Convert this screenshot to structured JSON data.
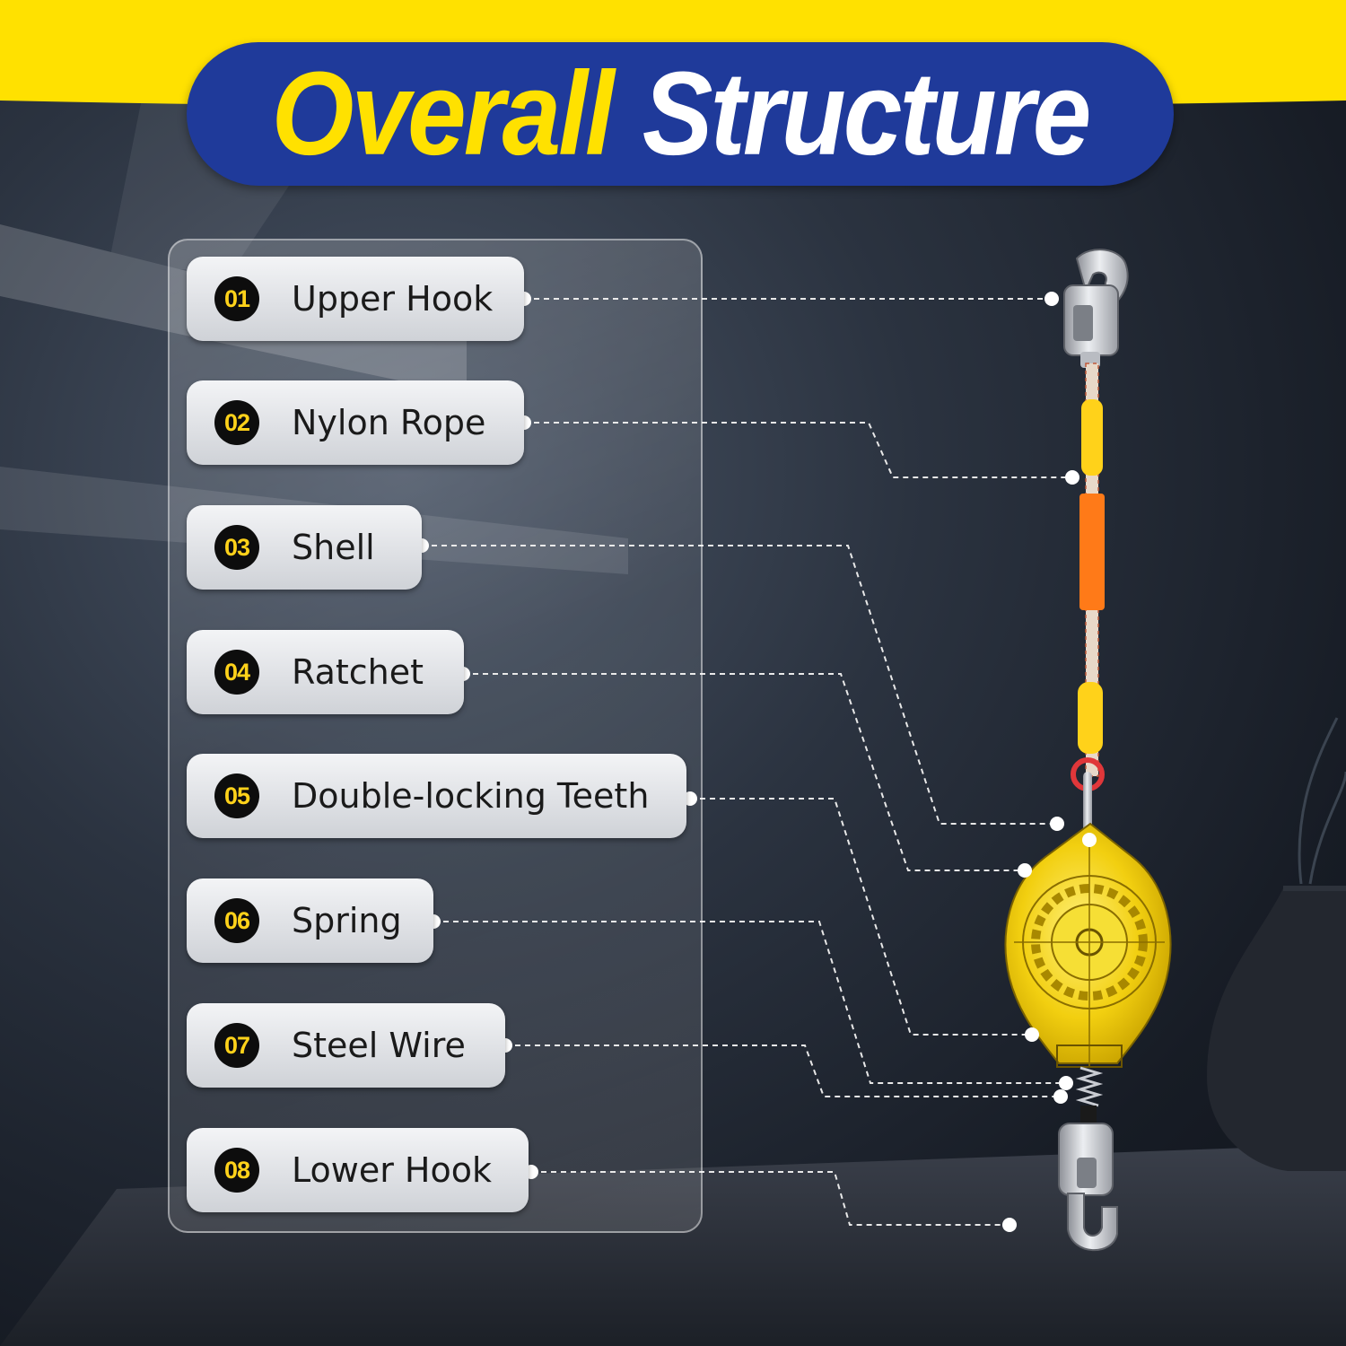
{
  "title": {
    "part1": "Overall",
    "part2": "Structure"
  },
  "colors": {
    "banner": "#ffe100",
    "title_pill": "#1f3a9a",
    "title_highlight": "#ffe100",
    "badge_bg": "#0d0d0d",
    "badge_text": "#ffd21a"
  },
  "labels": [
    {
      "num": "01",
      "text": "Upper Hook"
    },
    {
      "num": "02",
      "text": "Nylon Rope"
    },
    {
      "num": "03",
      "text": "Shell"
    },
    {
      "num": "04",
      "text": "Ratchet"
    },
    {
      "num": "05",
      "text": "Double-locking Teeth"
    },
    {
      "num": "06",
      "text": "Spring"
    },
    {
      "num": "07",
      "text": "Steel Wire"
    },
    {
      "num": "08",
      "text": "Lower Hook"
    }
  ]
}
